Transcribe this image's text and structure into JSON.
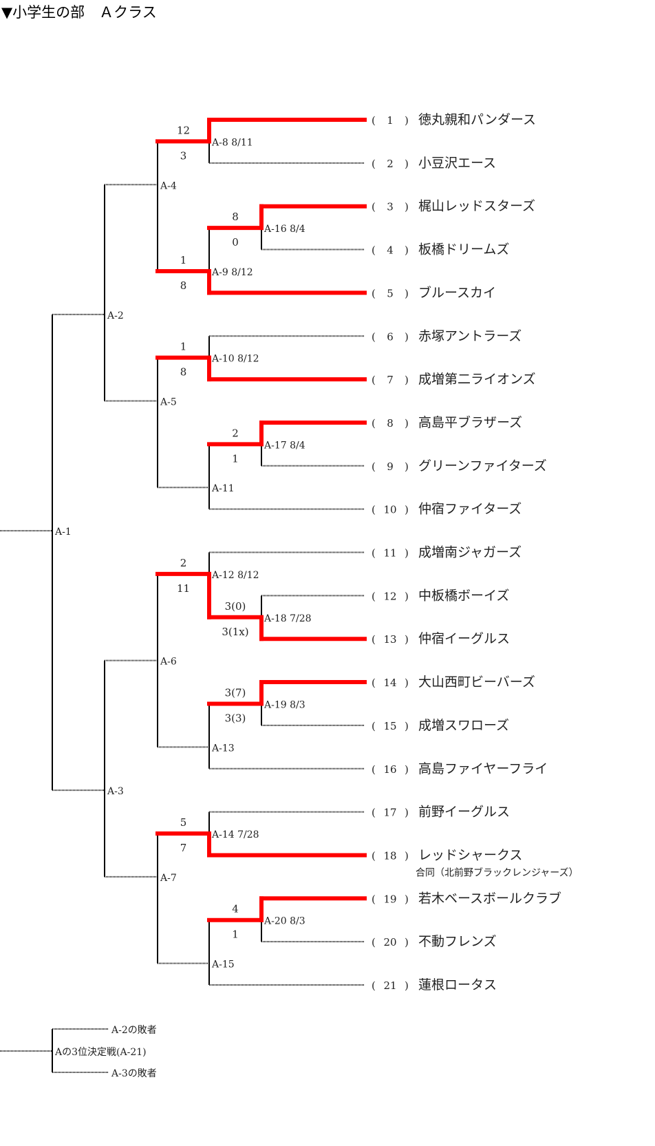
{
  "title": "▼小学生の部　Ａクラス",
  "colors": {
    "winner": "#ff0000",
    "line": "#000000"
  },
  "teams": [
    {
      "no": "1",
      "name": "徳丸親和パンダース"
    },
    {
      "no": "2",
      "name": "小豆沢エース"
    },
    {
      "no": "3",
      "name": "梶山レッドスターズ"
    },
    {
      "no": "4",
      "name": "板橋ドリームズ"
    },
    {
      "no": "5",
      "name": "ブルースカイ"
    },
    {
      "no": "6",
      "name": "赤塚アントラーズ"
    },
    {
      "no": "7",
      "name": "成増第二ライオンズ"
    },
    {
      "no": "8",
      "name": "高島平ブラザーズ"
    },
    {
      "no": "9",
      "name": "グリーンファイターズ"
    },
    {
      "no": "10",
      "name": "仲宿ファイターズ"
    },
    {
      "no": "11",
      "name": "成増南ジャガーズ"
    },
    {
      "no": "12",
      "name": "中板橋ボーイズ"
    },
    {
      "no": "13",
      "name": "仲宿イーグルス"
    },
    {
      "no": "14",
      "name": "大山西町ビーバーズ"
    },
    {
      "no": "15",
      "name": "成増スワローズ"
    },
    {
      "no": "16",
      "name": "高島ファイヤーフライ"
    },
    {
      "no": "17",
      "name": "前野イーグルス"
    },
    {
      "no": "18",
      "name": "レッドシャークス",
      "note": "合同（北前野ブラックレンジャーズ）"
    },
    {
      "no": "19",
      "name": "若木ベースボールクラブ"
    },
    {
      "no": "20",
      "name": "不動フレンズ"
    },
    {
      "no": "21",
      "name": "蓮根ロータス"
    }
  ],
  "matches": {
    "A-1": {
      "label": "A-1"
    },
    "A-2": {
      "label": "A-2"
    },
    "A-3": {
      "label": "A-3"
    },
    "A-4": {
      "label": "A-4"
    },
    "A-5": {
      "label": "A-5"
    },
    "A-6": {
      "label": "A-6"
    },
    "A-7": {
      "label": "A-7"
    },
    "A-8": {
      "label": "A-8  8/11",
      "top": "12",
      "bottom": "3",
      "winner": "top"
    },
    "A-9": {
      "label": "A-9  8/12",
      "top": "1",
      "bottom": "8",
      "winner": "bottom"
    },
    "A-10": {
      "label": "A-10  8/12",
      "top": "1",
      "bottom": "8",
      "winner": "bottom"
    },
    "A-11": {
      "label": "A-11"
    },
    "A-12": {
      "label": "A-12  8/12",
      "top": "2",
      "bottom": "11",
      "winner": "bottom"
    },
    "A-13": {
      "label": "A-13"
    },
    "A-14": {
      "label": "A-14  7/28",
      "top": "5",
      "bottom": "7",
      "winner": "bottom"
    },
    "A-15": {
      "label": "A-15"
    },
    "A-16": {
      "label": "A-16  8/4",
      "top": "8",
      "bottom": "0",
      "winner": "top"
    },
    "A-17": {
      "label": "A-17  8/4",
      "top": "2",
      "bottom": "1",
      "winner": "top"
    },
    "A-18": {
      "label": "A-18  7/28",
      "top": "3(0)",
      "bottom": "3(1x)",
      "winner": "bottom"
    },
    "A-19": {
      "label": "A-19  8/3",
      "top": "3(7)",
      "bottom": "3(3)",
      "winner": "top"
    },
    "A-20": {
      "label": "A-20  8/3",
      "top": "4",
      "bottom": "1",
      "winner": "top"
    }
  },
  "third_place": {
    "label": "Aの3位決定戦(A-21)",
    "top": "A-2の敗者",
    "bottom": "A-3の敗者"
  }
}
